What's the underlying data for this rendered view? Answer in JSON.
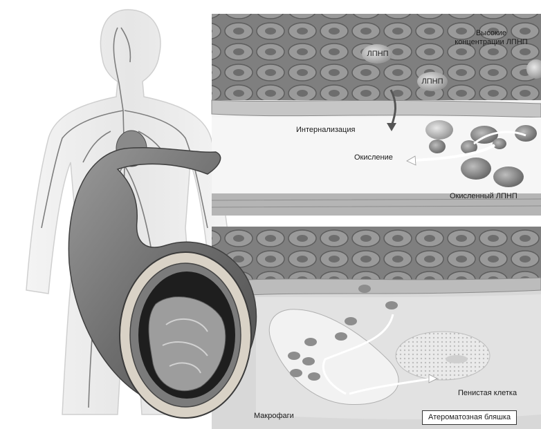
{
  "labels": {
    "high_concentration_line1": "Высокие",
    "high_concentration_line2": "концентрации ЛПНП",
    "ldl_1": "ЛПНП",
    "ldl_2": "ЛПНП",
    "internalization": "Интернализация",
    "oxidation": "Окисление",
    "oxidized_ldl": "Окисленный ЛПНП",
    "foam_cell": "Пенистая клетка",
    "macrophages": "Макрофаги",
    "plaque": "Атероматозная бляшка"
  },
  "colors": {
    "wall_dark": "#8c8c8c",
    "wall_light": "#d9d9d9",
    "vessel": "#6f6f6f",
    "background": "#ffffff"
  }
}
